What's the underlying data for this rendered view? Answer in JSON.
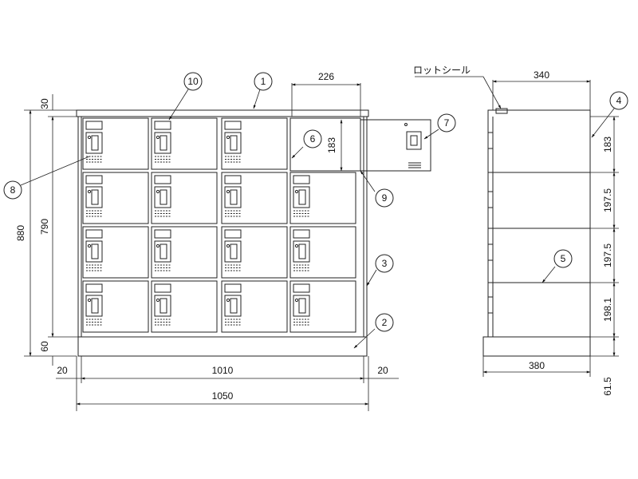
{
  "front_view": {
    "dimensions": {
      "top_thickness": "30",
      "total_height": "880",
      "body_height": "790",
      "base_height": "60",
      "side_left": "20",
      "inner_width": "1010",
      "side_right": "20",
      "total_width": "1050",
      "door_width": "226",
      "door_height": "183"
    },
    "callouts": [
      "1",
      "2",
      "3",
      "6",
      "7",
      "8",
      "9",
      "10"
    ]
  },
  "side_view": {
    "label_lot_seal": "ロットシール",
    "dimensions": {
      "top_depth": "340",
      "row1": "183",
      "row2": "197.5",
      "row3": "197.5",
      "row4": "198.1",
      "bottom_depth": "380",
      "base": "61.5"
    },
    "callouts": [
      "4",
      "5"
    ]
  }
}
